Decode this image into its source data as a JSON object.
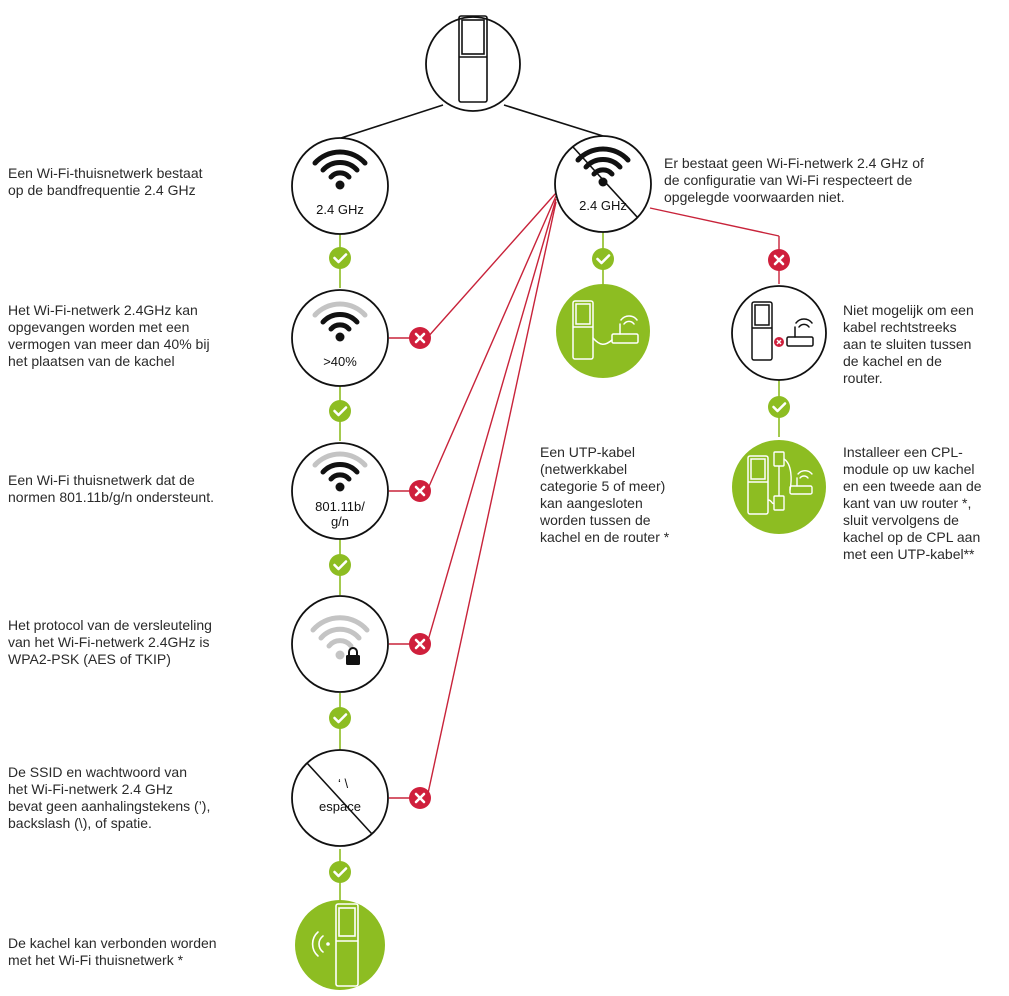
{
  "colors": {
    "check_green": "#8dbd22",
    "cross_red": "#cf1f3c",
    "line_red": "#c8233a",
    "node_fill_green": "#8dbd22",
    "wifi_weak_grey": "#c4c4c4"
  },
  "nodes": {
    "wifi_2_4": {
      "label": "2.4 GHz"
    },
    "wifi_no": {
      "label": "2.4 GHz"
    },
    "signal": {
      "label": ">40%"
    },
    "norms": {
      "label_line1": "801.11b/",
      "label_line2": "g/n"
    },
    "ssid": {
      "quote_chars": "‘ \\",
      "space_word": "espace"
    }
  },
  "left_texts": {
    "network_exists": [
      "Een Wi-Fi-thuisnetwerk bestaat",
      "op de bandfrequentie 2.4 GHz"
    ],
    "signal_strength": [
      "Het Wi-Fi-netwerk 2.4GHz kan",
      "opgevangen worden met een",
      "vermogen van meer dan 40% bij",
      "het plaatsen van de kachel"
    ],
    "norms": [
      "Een Wi-Fi thuisnetwerk dat de",
      "normen 801.11b/g/n ondersteunt."
    ],
    "encryption": [
      "Het protocol van de versleuteling",
      "van het Wi-Fi-netwerk 2.4GHz is",
      "WPA2-PSK (AES of TKIP)"
    ],
    "ssid_rules": [
      "De SSID en wachtwoord van",
      "het Wi-Fi-netwerk 2.4 GHz",
      "bevat geen aanhalingstekens (’),",
      "backslash (\\), of spatie."
    ],
    "connected": [
      "De kachel kan verbonden worden",
      "met het Wi-Fi thuisnetwerk *"
    ]
  },
  "right_texts": {
    "no_network": [
      "Er bestaat geen Wi-Fi-netwerk 2.4 GHz of",
      "de configuratie van Wi-Fi respecteert de",
      "opgelegde voorwaarden niet."
    ],
    "utp": [
      "Een UTP-kabel",
      "(netwerkkabel",
      "categorie 5 of meer)",
      "kan aangesloten",
      "worden tussen de",
      "kachel en de router *"
    ],
    "no_cable": [
      "Niet mogelijk om een",
      "kabel rechtstreeks",
      "aan te sluiten tussen",
      "de kachel en de",
      "router."
    ],
    "cpl": [
      "Installeer een CPL-",
      "module op uw kachel",
      "en een tweede aan de",
      "kant van uw router *,",
      "sluit vervolgens de",
      "kachel op de CPL aan",
      "met een UTP-kabel**"
    ]
  }
}
